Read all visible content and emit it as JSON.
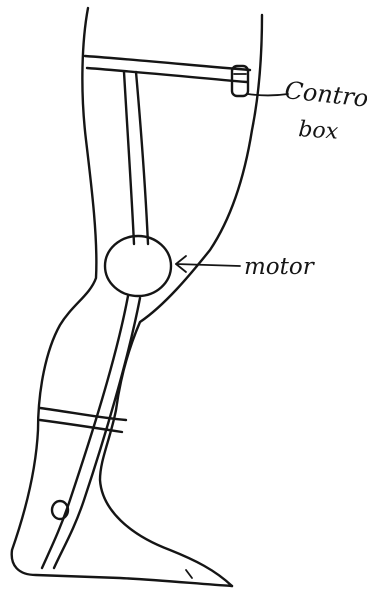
{
  "labels": {
    "control_box_line1": "Control",
    "control_box_line2": "box",
    "motor": "motor"
  }
}
